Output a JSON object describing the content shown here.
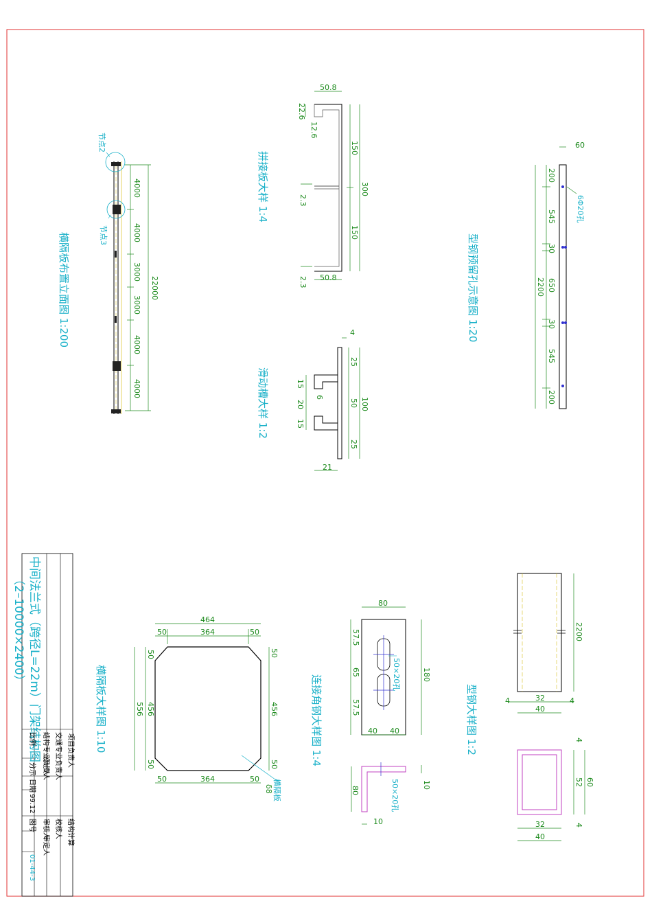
{
  "colors": {
    "frame": "#e03030",
    "dim": "#1c8a1c",
    "label": "#18b0c8",
    "hatch": "#c040c0",
    "center": "#3030d0"
  },
  "elevation": {
    "title": "横隔板布置立面图 1:200",
    "node2": "节点2",
    "node3": "节点3",
    "total": "22000",
    "dims": [
      "4000",
      "4000",
      "3000",
      "3000",
      "4000",
      "4000"
    ]
  },
  "splice": {
    "title": "拼接板大样 1:4",
    "width_top": "50.8",
    "width_bot": "50.8",
    "d1": "22.6",
    "d2": "12.6",
    "h1": "150",
    "h2": "150",
    "total": "300",
    "t1": "2.3",
    "t2": "2.3"
  },
  "chute": {
    "title": "滑动槽大样 1:2",
    "t": "4",
    "d25a": "25",
    "d50": "50",
    "d25b": "25",
    "total": "100",
    "l15a": "15",
    "l20": "20",
    "l15b": "15",
    "l6": "6",
    "bottom": "21"
  },
  "holes": {
    "title": "型钢预留孔示意图 1:20",
    "width": "60",
    "hole": "6Φ20孔",
    "segs": [
      "200",
      "545",
      "30",
      "650",
      "30",
      "545",
      "200"
    ],
    "total": "2200"
  },
  "diaphragm": {
    "title": "横隔板大样图 1:10",
    "top_total": "464",
    "top_a": "50",
    "top_mid": "364",
    "top_b": "50",
    "bot_a": "50",
    "bot_mid": "364",
    "bot_b": "50",
    "left_total": "556",
    "left_a": "50",
    "left_mid": "456",
    "left_b": "50",
    "right_a": "50",
    "right_mid": "456",
    "right_b": "50",
    "thk_label": "横隔板",
    "thk": "δ8"
  },
  "angle": {
    "title": "连接角钢大样图 1:4",
    "top": "80",
    "v1": "57.5",
    "v2": "65",
    "v3": "57.5",
    "total": "180",
    "b1": "40",
    "b2": "40",
    "slot": "50×20孔",
    "slot2": "50×20孔",
    "sec_h": "80",
    "sec_t": "10",
    "sec_b": "10"
  },
  "steel": {
    "title": "型钢大样图 1:2",
    "length": "2200",
    "w1": "4",
    "w_mid": "32",
    "w2": "4",
    "w_total": "40",
    "s_h": "60",
    "s_inner": "52",
    "s_t1": "4",
    "s_t2": "4",
    "s_mid": "32",
    "s_total": "40"
  },
  "title_block": {
    "project_title": "中间法兰式（跨径L=22m）门架结构图",
    "size_line": "（2–10000×2400）",
    "r1c1": "项目负责人",
    "r1c2": "结构计算",
    "r2c1": "交通专业负责人",
    "r2c2": "校核人",
    "r3c1": "结构专业负责人",
    "r3c2": "审核人",
    "r4c1": "设计人",
    "r4c2": "审定人",
    "scale_label": "比例",
    "scale_val": "分示",
    "date_label": "日期",
    "date_val": "99.12",
    "drawing_label": "图号",
    "drawing_val": "01-44-3"
  }
}
